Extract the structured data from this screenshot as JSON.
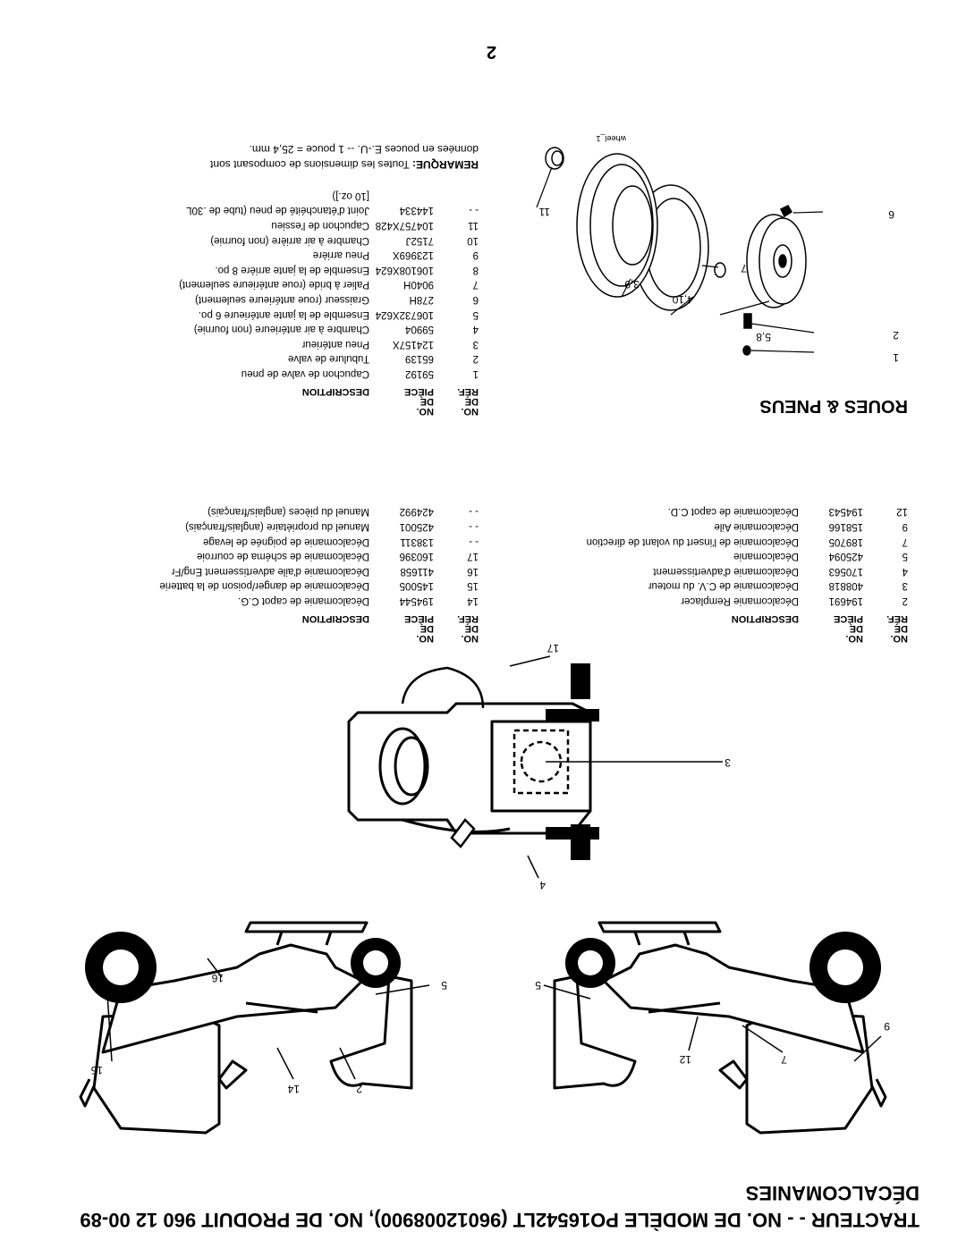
{
  "header": {
    "line1": "TRACTEUR - - NO. DE MODÈLE PO16542LT (96012008900), NO. DE PRODUIT 960 12 00-89",
    "line2": "DÉCALCOMANIES"
  },
  "tractor_labels": {
    "left": [
      "7",
      "12",
      "9",
      "5"
    ],
    "right": [
      "2",
      "14",
      "15",
      "16",
      "5"
    ],
    "top": [
      "3",
      "4",
      "17"
    ]
  },
  "decals_table_a": {
    "headers": {
      "ref": [
        "NO.",
        "DE",
        "RÉF."
      ],
      "part": [
        "NO.",
        "DE",
        "PIÈCE"
      ],
      "desc": "DESCRIPTION"
    },
    "rows": [
      {
        "ref": "2",
        "part": "194691",
        "desc": "Décalcomanie Remplacer"
      },
      {
        "ref": "3",
        "part": "408818",
        "desc": "Décalcomanie de C.V. du moteur"
      },
      {
        "ref": "4",
        "part": "170563",
        "desc": "Décalcomanie d'advertissement"
      },
      {
        "ref": "5",
        "part": "425094",
        "desc": "Décalcomanie"
      },
      {
        "ref": "7",
        "part": "189705",
        "desc": "Décalcomanie de l'insert du volant de direction"
      },
      {
        "ref": "9",
        "part": "158166",
        "desc": "Décalcomanie Aile"
      },
      {
        "ref": "12",
        "part": "194543",
        "desc": "Décalcomanie de capot C.D."
      }
    ]
  },
  "decals_table_b": {
    "headers": {
      "ref": [
        "NO.",
        "DE",
        "RÉF."
      ],
      "part": [
        "NO.",
        "DE",
        "PIÈCE"
      ],
      "desc": "DESCRIPTION"
    },
    "rows": [
      {
        "ref": "14",
        "part": "194544",
        "desc": "Décalcomanie de capot C.G."
      },
      {
        "ref": "15",
        "part": "145005",
        "desc": "Décalcomanie de danger/poison de la batterie"
      },
      {
        "ref": "16",
        "part": "411658",
        "desc": "Décalcomanie d'aile advertissement Eng/Fr"
      },
      {
        "ref": "17",
        "part": "160396",
        "desc": "Décalcomanie de schéma de courroie"
      },
      {
        "ref": "- -",
        "part": "138311",
        "desc": "Décalcomanie de poignée de levage"
      },
      {
        "ref": "- -",
        "part": "425001",
        "desc": "Manuel du propriétaire (anglais/français)"
      },
      {
        "ref": "- -",
        "part": "424992",
        "desc": "Manuel du pièces (anglais/français)"
      }
    ]
  },
  "wheels_section": {
    "title": "ROUES & PNEUS",
    "headers": {
      "ref": [
        "NO.",
        "DE",
        "RÉF."
      ],
      "part": [
        "NO.",
        "DE",
        "PIÈCE"
      ],
      "desc": "DESCRIPTION"
    },
    "rows": [
      {
        "ref": "1",
        "part": "59192",
        "desc": "Capuchon de valve de pneu"
      },
      {
        "ref": "2",
        "part": "65139",
        "desc": "Tubulure de valve"
      },
      {
        "ref": "3",
        "part": "124157X",
        "desc": "Pneu antérieur"
      },
      {
        "ref": "4",
        "part": "59904",
        "desc": "Chambre à air antérieure (non fournie)"
      },
      {
        "ref": "5",
        "part": "106732X624",
        "desc": "Ensemble de la jante antérieure 6 po."
      },
      {
        "ref": "6",
        "part": "278H",
        "desc": "Graisseur (roue antérieure seulement)"
      },
      {
        "ref": "7",
        "part": "9040H",
        "desc": "Palier à bride (roue antérieure seulement)"
      },
      {
        "ref": "8",
        "part": "106108X624",
        "desc": "Ensemble de la jante arrière 8 po."
      },
      {
        "ref": "9",
        "part": "123969X",
        "desc": "Pneu arrière"
      },
      {
        "ref": "10",
        "part": "7152J",
        "desc": "Chambre à air arrière (non fournie)"
      },
      {
        "ref": "11",
        "part": "104757X428",
        "desc": "Capuchon de l'essieu"
      },
      {
        "ref": "- -",
        "part": "144334",
        "desc": "Joint d'étanchéité de pneu (tube de .30L"
      },
      {
        "ref": "",
        "part": "",
        "desc": "[10 oz.])"
      }
    ],
    "note_bold": "REMARQUE:",
    "note_text": " Toutes les dimensions de composant sont",
    "note_line2": "données en pouces E.-U. -- 1 pouce = 25,4 mm.",
    "diagram_labels": [
      "1",
      "2",
      "5,8",
      "4,10",
      "7",
      "3,9",
      "6",
      "11"
    ],
    "diagram_caption": "wheel_1"
  },
  "page_number": "2"
}
